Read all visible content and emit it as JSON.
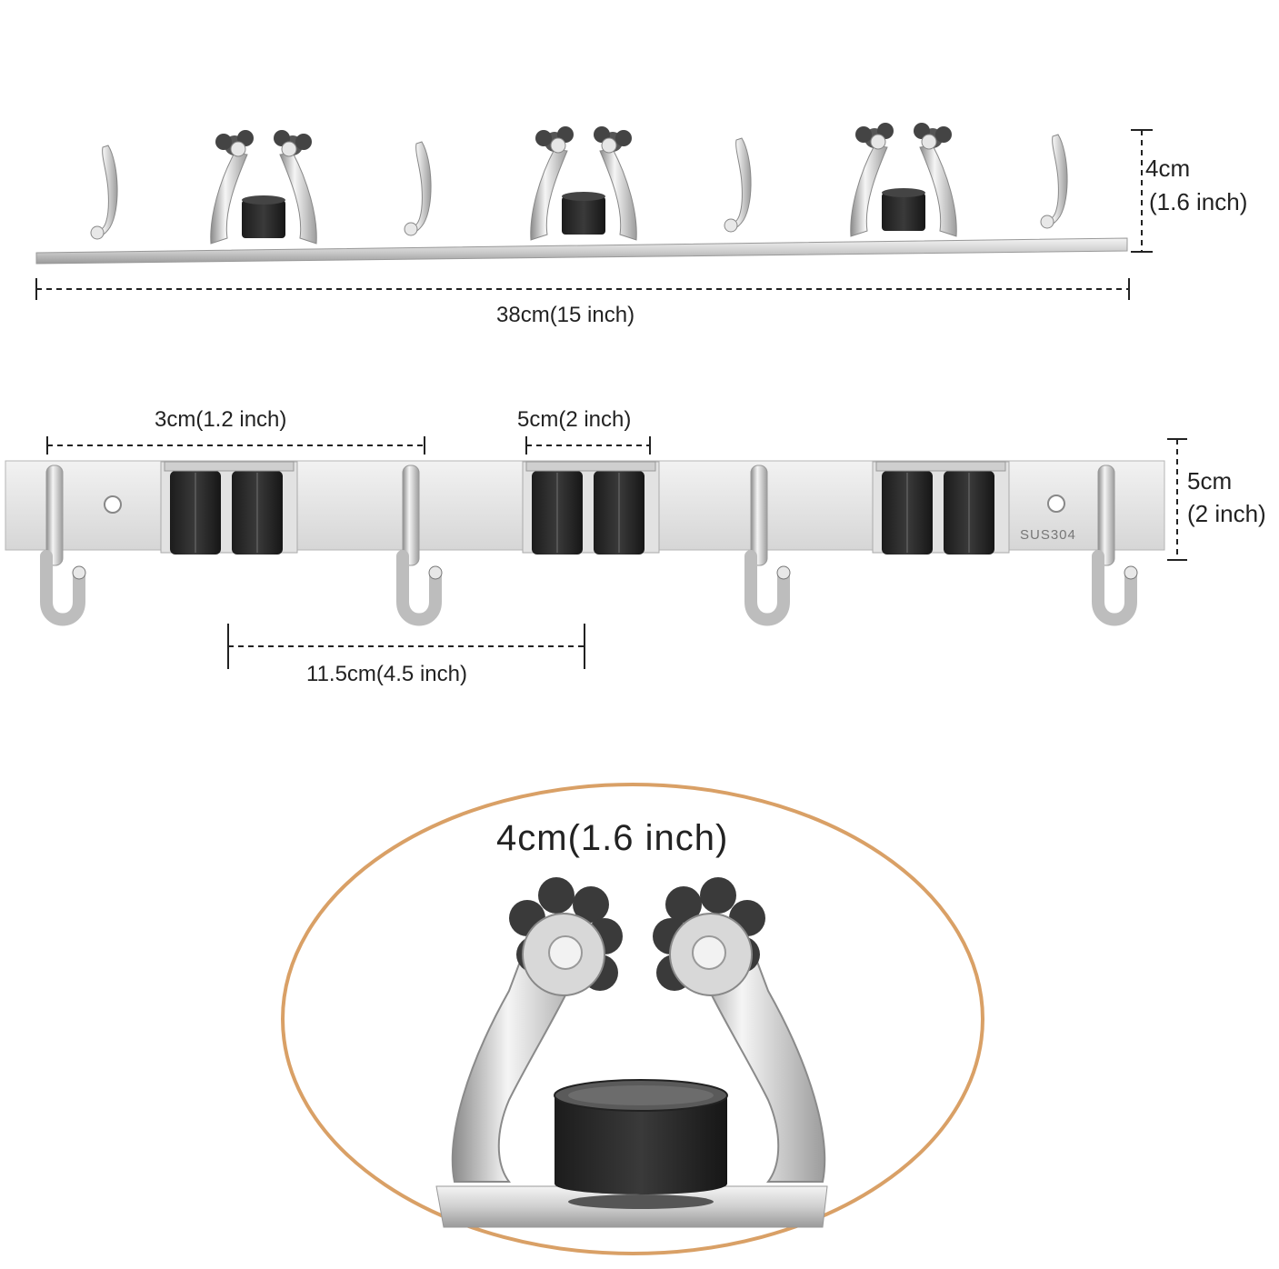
{
  "top_view": {
    "height_label": "4cm",
    "height_label_inch": "(1.6 inch)",
    "width_label": "38cm(15 inch)"
  },
  "front_view": {
    "hook_to_clip_label": "3cm(1.2 inch)",
    "clip_width_label": "5cm(2 inch)",
    "clip_spacing_label": "11.5cm(4.5 inch)",
    "height_label": "5cm",
    "height_label_inch": "(2 inch)",
    "material_stamp": "SUS304"
  },
  "detail_view": {
    "clip_size_label": "4cm(1.6 inch)",
    "ring_color": "#d9a066"
  }
}
